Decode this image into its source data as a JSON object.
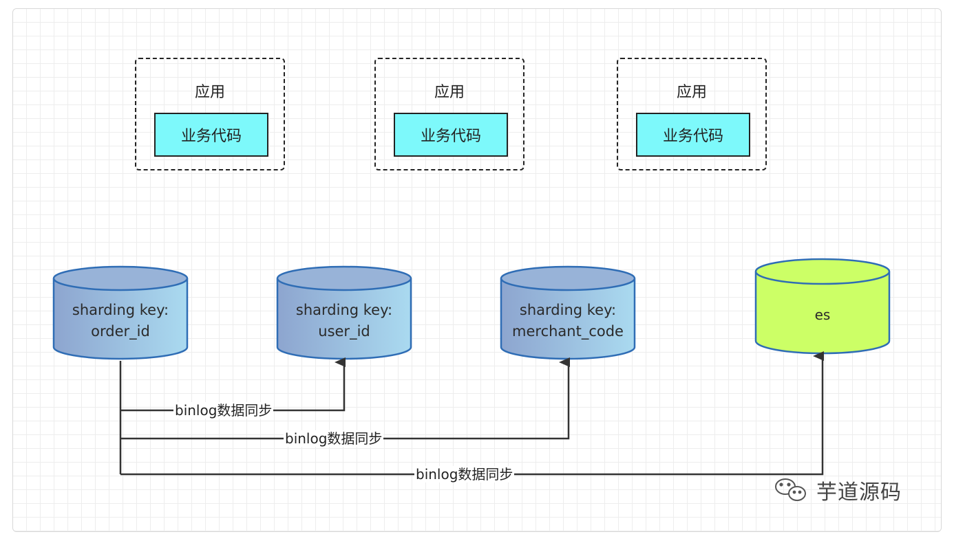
{
  "apps": [
    {
      "title": "应用",
      "code": "业务代码"
    },
    {
      "title": "应用",
      "code": "业务代码"
    },
    {
      "title": "应用",
      "code": "业务代码"
    }
  ],
  "databases": [
    {
      "label": "sharding key:\norder_id"
    },
    {
      "label": "sharding key:\nuser_id"
    },
    {
      "label": "sharding key:\nmerchant_code"
    }
  ],
  "es": {
    "label": "es"
  },
  "flows": [
    {
      "label": "binlog数据同步"
    },
    {
      "label": "binlog数据同步"
    },
    {
      "label": "binlog数据同步"
    }
  ],
  "watermark": {
    "text": "芋道源码"
  },
  "colors": {
    "code_fill": "#7df9fb",
    "db_fill_left": "#8da5cf",
    "db_fill_right": "#a9d8ef",
    "db_stroke": "#2f6db5",
    "es_fill": "#ccff66",
    "es_stroke": "#2f6db5",
    "line": "#333333"
  }
}
